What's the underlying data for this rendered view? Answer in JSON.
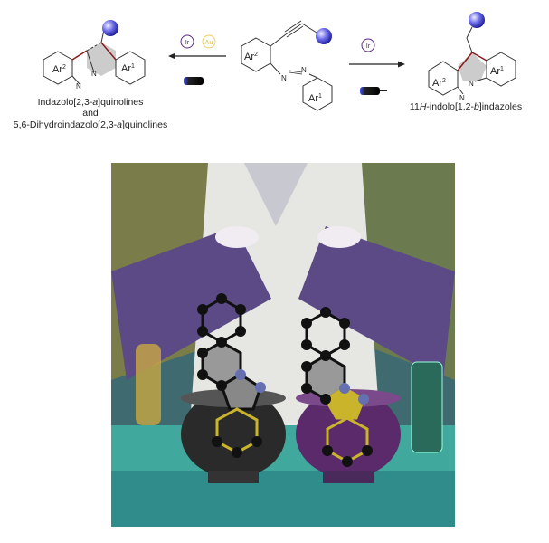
{
  "scheme": {
    "ar": "Ar",
    "ar1_sup": "1",
    "ar2_sup": "2",
    "n": "N",
    "catalysts": {
      "ir": "Ir",
      "au": "Au"
    },
    "left_product": {
      "line1": [
        "Indazolo[2,3-",
        "a",
        "]quinolines"
      ],
      "line2": "and",
      "line3": [
        "5,6-Dihydroindazolo[2,3-",
        "a",
        "]quinolines"
      ]
    },
    "right_product": [
      "11",
      "H",
      "-indolo[1,2-",
      "b",
      "]indazoles"
    ]
  },
  "colors": {
    "ir": "#5a2a82",
    "au": "#e8d060",
    "sphere": "#3a3ad0",
    "bond_red": "#8b1a1a"
  }
}
